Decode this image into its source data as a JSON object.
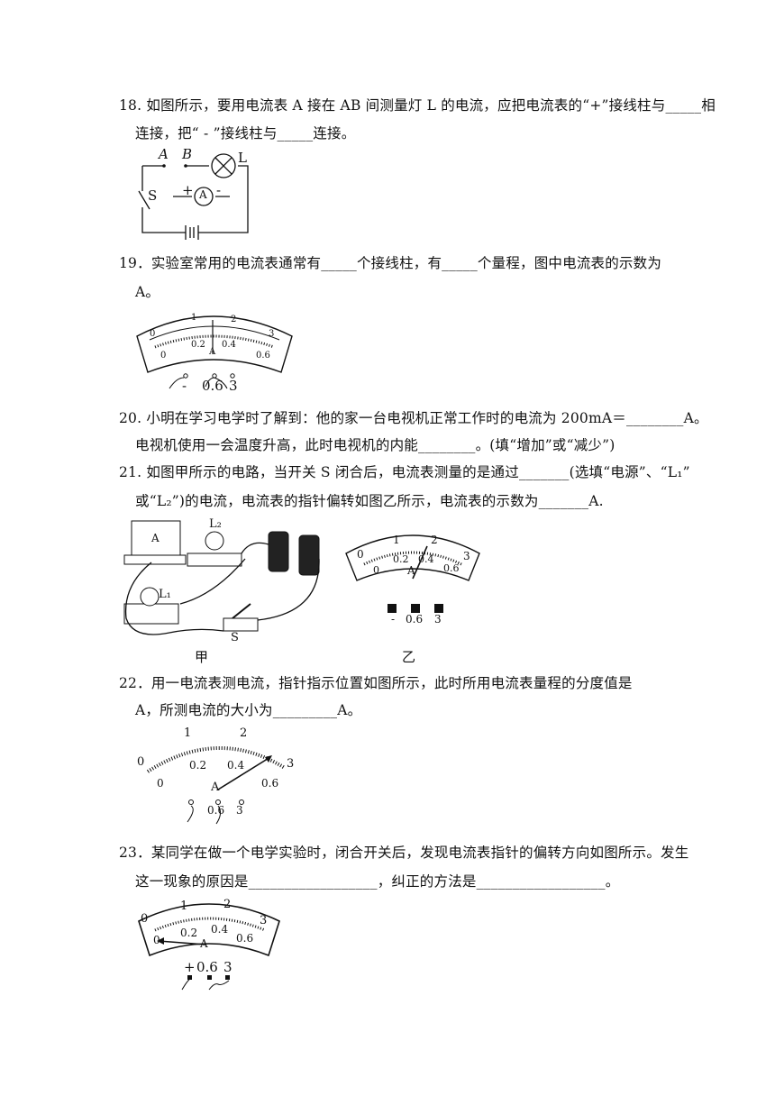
{
  "q18": {
    "line1": "18. 如图所示，要用电流表 A 接在 AB 间测量灯 L 的电流，应把电流表的“+”接线柱与_____相",
    "line2": "连接，把“ - ”接线柱与_____连接。",
    "fig": {
      "A": "A",
      "B": "B",
      "L": "L",
      "S": "S",
      "plus": "+",
      "minus": "-",
      "meter": "A",
      "battery": "- "
    }
  },
  "q19": {
    "line1": "19．实验室常用的电流表通常有_____个接线柱，有_____个量程，图中电流表的示数为",
    "line2": "A。",
    "fig": {
      "top": [
        "0",
        "1",
        "2",
        "3"
      ],
      "bottom": [
        "0",
        "0.2",
        "0.4",
        "0.6"
      ],
      "unit": "A",
      "terms": [
        "-",
        "0.6",
        "3"
      ]
    }
  },
  "q20": {
    "line1": "20. 小明在学习电学时了解到：他的家一台电视机正常工作时的电流为 200mA＝________A。",
    "line2": "电视机使用一会温度升高，此时电视机的内能________。(填“增加”或“减少”)"
  },
  "q21": {
    "line1": "21. 如图甲所示的电路，当开关 S 闭合后，电流表测量的是通过_______(选填“电源”、“L₁”",
    "line2": "或“L₂”)的电流，电流表的指针偏转如图乙所示，电流表的示数为_______A.",
    "fig": {
      "L2": "L₂",
      "L1": "L₁",
      "S": "S",
      "meter": "A",
      "cap1": "甲",
      "cap2": "乙",
      "top": [
        "0",
        "1",
        "2",
        "3"
      ],
      "bottom": [
        "0",
        "0.2",
        "0.4",
        "0.6"
      ],
      "unit": "A",
      "terms": [
        "-",
        "0.6",
        "3"
      ]
    }
  },
  "q22": {
    "line1": "22．用一电流表测电流，指针指示位置如图所示，此时所用电流表量程的分度值是",
    "line2": "A，所测电流的大小为_________A。",
    "fig": {
      "top": [
        "0",
        "1",
        "2",
        "3"
      ],
      "bottom": [
        "0",
        "0.2",
        "0.4",
        "0.6"
      ],
      "unit": "A",
      "terms": [
        "0.6",
        "3"
      ]
    }
  },
  "q23": {
    "line1": "23．某同学在做一个电学实验时，闭合开关后，发现电流表指针的偏转方向如图所示。发生",
    "line2": "这一现象的原因是__________________，纠正的方法是__________________。",
    "fig": {
      "top": [
        "0",
        "1",
        "2",
        "3"
      ],
      "bottom": [
        "0",
        "0.2",
        "0.4",
        "0.6"
      ],
      "unit": "A",
      "terms": [
        "+",
        "0.6",
        "3"
      ]
    }
  }
}
